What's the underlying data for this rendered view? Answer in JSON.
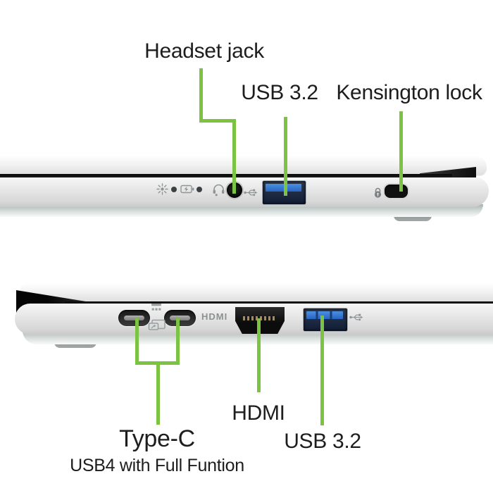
{
  "colors": {
    "accent_green": "#7cc342",
    "label_text": "#1d1d1d",
    "usb_blue": "#2f72d2",
    "chassis_silver": "#e4e4e4",
    "underside_teal": "#c3ccca"
  },
  "top_view": {
    "side": "right-side laptop edge",
    "headset_label": "Headset jack",
    "usb_label": "USB 3.2",
    "kensington_label": "Kensington lock",
    "icons": [
      "power-led-icon",
      "led-dot",
      "battery-charge-icon",
      "led-dot",
      "headset-icon",
      "usb-icon",
      "kensington-lock-icon"
    ],
    "ports": [
      "headset-jack-port",
      "usb-a-port",
      "kensington-lock-slot"
    ]
  },
  "bottom_view": {
    "side": "left-side laptop edge",
    "hdmi_label": "HDMI",
    "usb_label": "USB 3.2",
    "typec_label": "Type-C",
    "typec_sublabel": "USB4 with Full Funtion",
    "chassis_hdmi_text": "HDMI",
    "icons": [
      "usb4-charge-icon",
      "external-display-icon",
      "usb-icon"
    ],
    "ports": [
      "usb-c-port-1",
      "usb-c-port-2",
      "hdmi-port",
      "usb-a-port"
    ]
  }
}
